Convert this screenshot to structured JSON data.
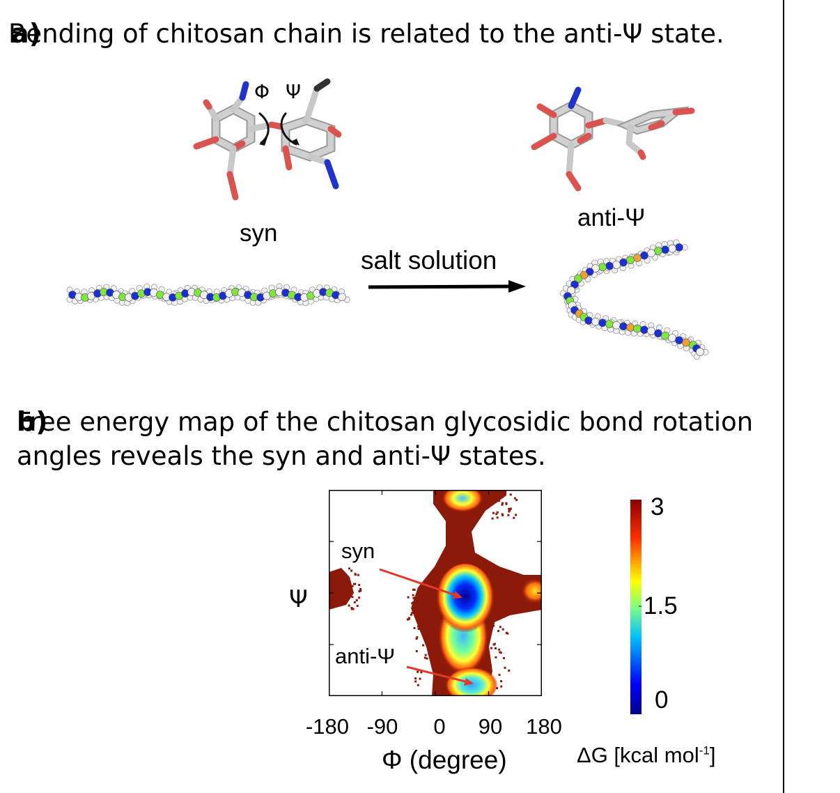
{
  "panel_a": {
    "letter": "a)",
    "heading": "Bending of chitosan chain is related to the anti-Ψ state.",
    "phi_symbol": "Φ",
    "psi_symbol": "Ψ",
    "syn_label": "syn",
    "anti_label": "anti-Ψ",
    "arrow_label": "salt solution"
  },
  "panel_b": {
    "letter": "b)",
    "heading_line1": "Free energy map of the chitosan glycosidic bond rotation",
    "heading_line2": "angles reveals the syn and anti-Ψ states.",
    "y_axis_label": "Ψ",
    "x_axis_label": "Φ (degree)",
    "x_ticks": [
      "-180",
      "-90",
      "0",
      "90",
      "180"
    ],
    "syn_annotation": "syn",
    "anti_annotation": "anti-Ψ",
    "colorbar_title": "ΔG [kcal mol",
    "colorbar_sup": "-1",
    "colorbar_close": "]",
    "colorbar_ticks": [
      "3",
      "1.5",
      "0"
    ]
  },
  "colors": {
    "atom_carbon": "#c8c8c8",
    "atom_oxygen": "#d9544f",
    "atom_nitrogen": "#2233cc",
    "bead_blue": "#1a2fd6",
    "bead_green": "#7ee83a",
    "bead_white": "#f2f2f2",
    "bead_orange": "#f0a030",
    "map_red": "#8b1a0a",
    "annotation_arrow": "#e0392b"
  },
  "chart_data": {
    "type": "heatmap",
    "xlabel": "Φ (degree)",
    "ylabel": "Ψ",
    "x_ticks": [
      -180,
      -90,
      0,
      90,
      180
    ],
    "xlim": [
      -180,
      180
    ],
    "colorbar": {
      "label": "ΔG [kcal mol-1]",
      "min": 0,
      "max": 3,
      "ticks": [
        0,
        1.5,
        3
      ]
    },
    "minima": [
      {
        "name": "syn",
        "phi": 50,
        "psi": 0,
        "dG": 0
      },
      {
        "name": "anti-Ψ",
        "phi": 60,
        "psi": -145,
        "dG": 0.8
      }
    ]
  }
}
